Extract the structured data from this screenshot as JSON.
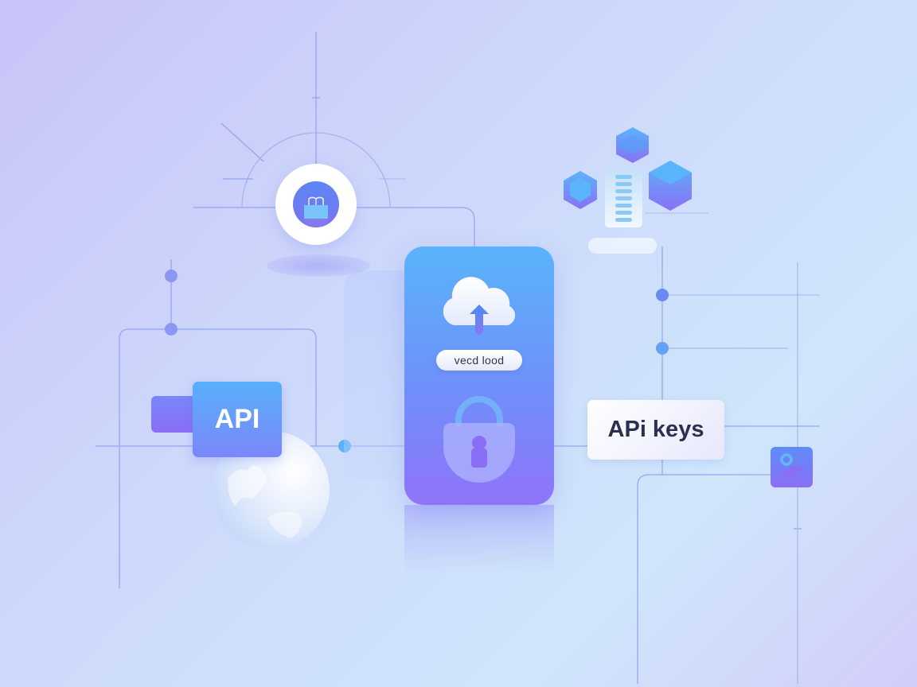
{
  "illustration": {
    "theme": "API security illustration",
    "center_card": {
      "upload_icon": "cloud-upload-icon",
      "pill_label": "vecd lood",
      "lock_icon": "padlock-user-icon"
    },
    "api_badge": {
      "label": "API"
    },
    "api_keys_card": {
      "label": "APi keys"
    },
    "top_left_badge": {
      "icon": "lock-icon"
    },
    "top_right_cluster": {
      "icons": [
        "hexagon-icon",
        "cube-icon",
        "server-icon"
      ]
    },
    "right_badge": {
      "icon": "key-icon"
    },
    "globe": {
      "icon": "globe-icon"
    }
  },
  "colors": {
    "accent_blue": "#58b0fb",
    "accent_purple": "#8a6ef5",
    "line": "#7f95ee",
    "text_dark": "#2a3150"
  }
}
